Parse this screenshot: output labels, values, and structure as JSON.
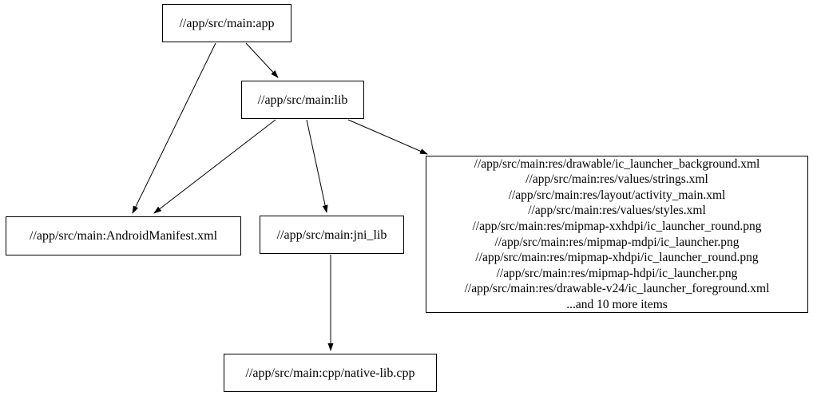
{
  "diagram": {
    "type": "dependency-graph",
    "background_color": "#ffffff",
    "node_border_color": "#000000",
    "edge_color": "#000000"
  },
  "nodes": {
    "app": {
      "label": "//app/src/main:app"
    },
    "lib": {
      "label": "//app/src/main:lib"
    },
    "android_manifest": {
      "label": "//app/src/main:AndroidManifest.xml"
    },
    "jni_lib": {
      "label": "//app/src/main:jni_lib"
    },
    "res_files": {
      "lines": [
        "//app/src/main:res/drawable/ic_launcher_background.xml",
        "//app/src/main:res/values/strings.xml",
        "//app/src/main:res/layout/activity_main.xml",
        "//app/src/main:res/values/styles.xml",
        "//app/src/main:res/mipmap-xxhdpi/ic_launcher_round.png",
        "//app/src/main:res/mipmap-mdpi/ic_launcher.png",
        "//app/src/main:res/mipmap-xhdpi/ic_launcher_round.png",
        "//app/src/main:res/mipmap-hdpi/ic_launcher.png",
        "//app/src/main:res/drawable-v24/ic_launcher_foreground.xml",
        "...and 10 more items"
      ]
    },
    "native_lib_cpp": {
      "label": "//app/src/main:cpp/native-lib.cpp"
    }
  },
  "edges": [
    {
      "from": "app",
      "to": "android_manifest"
    },
    {
      "from": "app",
      "to": "lib"
    },
    {
      "from": "lib",
      "to": "android_manifest"
    },
    {
      "from": "lib",
      "to": "jni_lib"
    },
    {
      "from": "lib",
      "to": "res_files"
    },
    {
      "from": "jni_lib",
      "to": "native_lib_cpp"
    }
  ]
}
